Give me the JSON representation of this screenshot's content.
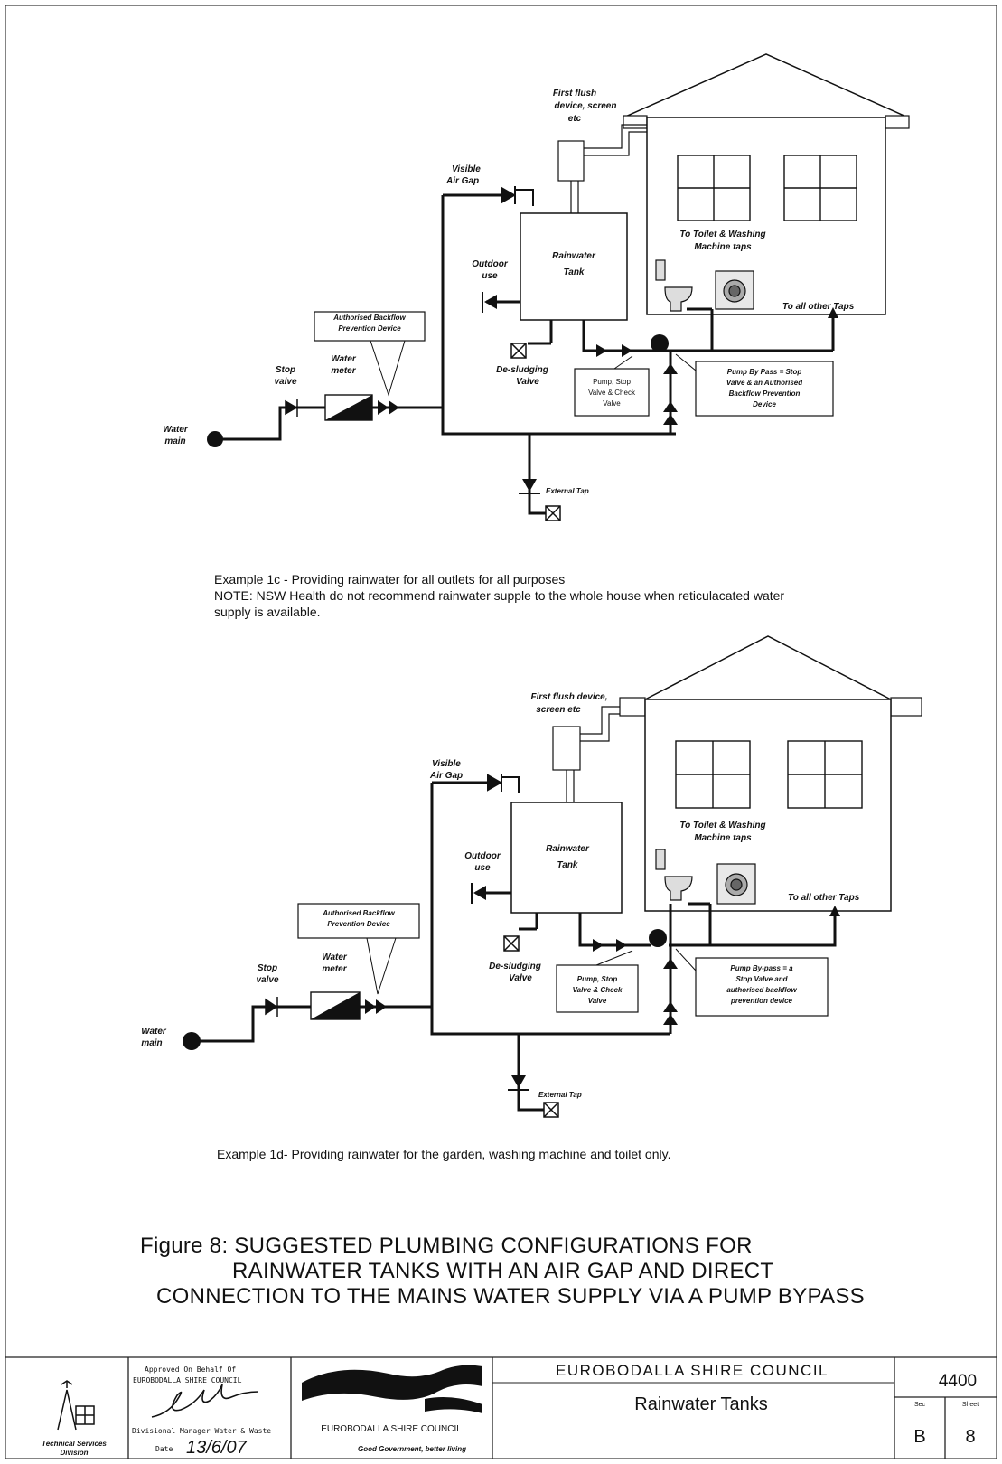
{
  "figure": {
    "title_lines": [
      "Figure 8:  SUGGESTED PLUMBING CONFIGURATIONS FOR",
      "RAINWATER TANKS WITH AN AIR GAP AND DIRECT",
      "CONNECTION TO THE MAINS WATER SUPPLY VIA A PUMP BYPASS"
    ]
  },
  "diagram1": {
    "first_flush": [
      "First flush",
      "device, screen",
      "etc"
    ],
    "air_gap": [
      "Visible",
      "Air Gap"
    ],
    "tank": [
      "Rainwater",
      "Tank"
    ],
    "outdoor": [
      "Outdoor",
      "use"
    ],
    "toilet": [
      "To Toilet & Washing",
      "Machine taps"
    ],
    "other_taps": "To all other Taps",
    "backflow": [
      "Authorised Backflow",
      "Prevention Device"
    ],
    "stop_valve": [
      "Stop",
      "valve"
    ],
    "water_meter": [
      "Water",
      "meter"
    ],
    "water_main": [
      "Water",
      "main"
    ],
    "desludging": [
      "De-sludging",
      "Valve"
    ],
    "pump": [
      "Pump, Stop",
      "Valve & Check",
      "Valve"
    ],
    "bypass": [
      "Pump By Pass = Stop",
      "Valve & an Authorised",
      "Backflow Prevention",
      "Device"
    ],
    "external_tap": "External Tap",
    "caption": "Example 1c - Providing rainwater for all outlets for all purposes",
    "note_lines": [
      "NOTE: NSW Health do not recommend rainwater supple to the whole house when reticulacated water",
      "supply is available."
    ]
  },
  "diagram2": {
    "first_flush": [
      "First flush device,",
      "screen etc"
    ],
    "air_gap": [
      "Visible",
      "Air Gap"
    ],
    "tank": [
      "Rainwater",
      "Tank"
    ],
    "outdoor": [
      "Outdoor",
      "use"
    ],
    "toilet": [
      "To Toilet & Washing",
      "Machine taps"
    ],
    "other_taps": "To all other Taps",
    "backflow": [
      "Authorised Backflow",
      "Prevention Device"
    ],
    "stop_valve": [
      "Stop",
      "valve"
    ],
    "water_meter": [
      "Water",
      "meter"
    ],
    "water_main": [
      "Water",
      "main"
    ],
    "desludging": [
      "De-sludging",
      "Valve"
    ],
    "pump": [
      "Pump, Stop",
      "Valve & Check",
      "Valve"
    ],
    "bypass": [
      "Pump By-pass = a",
      "Stop Valve and",
      "authorised backflow",
      "prevention device"
    ],
    "external_tap": "External Tap",
    "caption": "Example 1d- Providing rainwater for the garden, washing machine and toilet only."
  },
  "title_block": {
    "approved": [
      "Approved On Behalf Of",
      "EUROBODALLA SHIRE COUNCIL"
    ],
    "manager": "Divisional Manager Water & Waste",
    "date_label": "Date",
    "date_value": "13/6/07",
    "dept": [
      "Technical Services",
      "Division"
    ],
    "council_logo_name": "EUROBODALLA SHIRE COUNCIL",
    "council_slogan": "Good Government, better living",
    "council_header": "EUROBODALLA  SHIRE  COUNCIL",
    "doc_title": "Rainwater Tanks",
    "doc_number": "4400",
    "sec_label": "Sec",
    "sec_value": "B",
    "sheet_label": "Sheet",
    "sheet_value": "8"
  }
}
